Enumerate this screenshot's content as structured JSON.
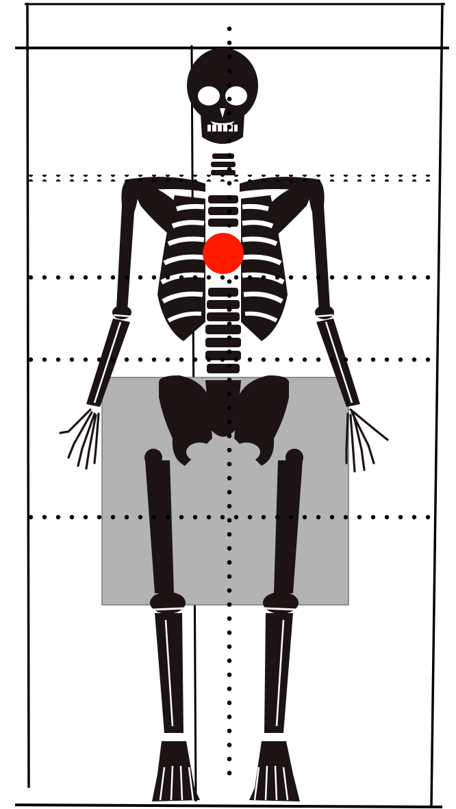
{
  "figure": {
    "subject": "skeleton-front-view",
    "colors": {
      "bone": "#1c1414",
      "bone_highlight": "#ffffff",
      "heart_marker": "#ff1a00",
      "overlay_box": "#b3b3b3",
      "frame_line": "#000000",
      "guide_dots": "#000000",
      "background": "#ffffff"
    },
    "markers": [
      {
        "name": "heart-marker",
        "shape": "circle"
      }
    ],
    "overlays": [
      {
        "name": "pelvis-thigh-region",
        "shape": "rectangle"
      }
    ],
    "guides": {
      "horizontal_dotted_count": 4,
      "vertical_dotted_count": 1,
      "solid_frame_lines": 6
    }
  }
}
